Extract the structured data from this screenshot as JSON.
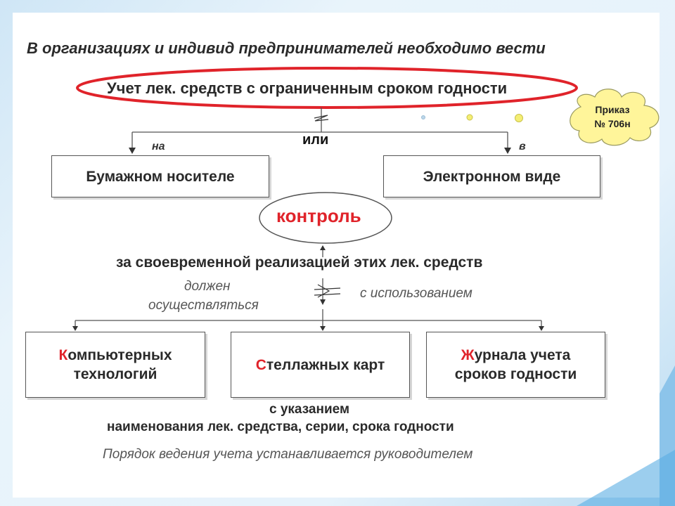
{
  "title": "В организациях и индивид предпринимателей необходимо вести",
  "main_requirement": "Учет лек. средств с ограниченным сроком годности",
  "order_note": {
    "line1": "Приказ",
    "line2": "№ 706н"
  },
  "connector_or": "или",
  "branch_left_label": "на",
  "branch_right_label": "в",
  "media": {
    "paper": "Бумажном носителе",
    "electronic": "Электронном виде"
  },
  "control": "контроль",
  "control_subject": "за своевременной реализацией этих лек. средств",
  "must_line1": "должен",
  "must_line2": "осуществляться",
  "using": "с использованием",
  "methods": {
    "computer": {
      "first": "К",
      "rest_line1": "омпьютерных",
      "line2": "технологий"
    },
    "cards": {
      "first": "С",
      "rest": "теллажных карт"
    },
    "journal": {
      "first": "Ж",
      "rest_line1": "урнала учета",
      "line2": "сроков годности"
    }
  },
  "indication_line1": "с указанием",
  "indication_line2": "наименования лек. средства, серии, срока годности",
  "procedure_note": "Порядок ведения учета устанавливается руководителем",
  "colors": {
    "accent_red": "#e0232a",
    "cloud_yellow": "#fff59a",
    "bubble_blue": "#bcd7ea",
    "bubble_yellow": "#f4ee74"
  }
}
